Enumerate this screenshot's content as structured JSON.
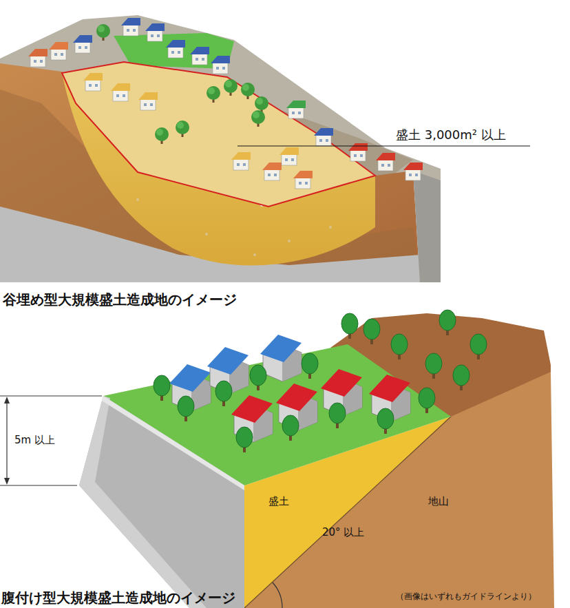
{
  "diagram": {
    "labels": [
      "盛土 3,000m² 以上",
      "谷埋め型大規模盛土造成地のイメージ",
      "5m 以上",
      "盛土",
      "地山",
      "20° 以上",
      "腹付け型大規模盛土造成地のイメージ",
      "（画像はいずれもガイドラインより）"
    ]
  }
}
